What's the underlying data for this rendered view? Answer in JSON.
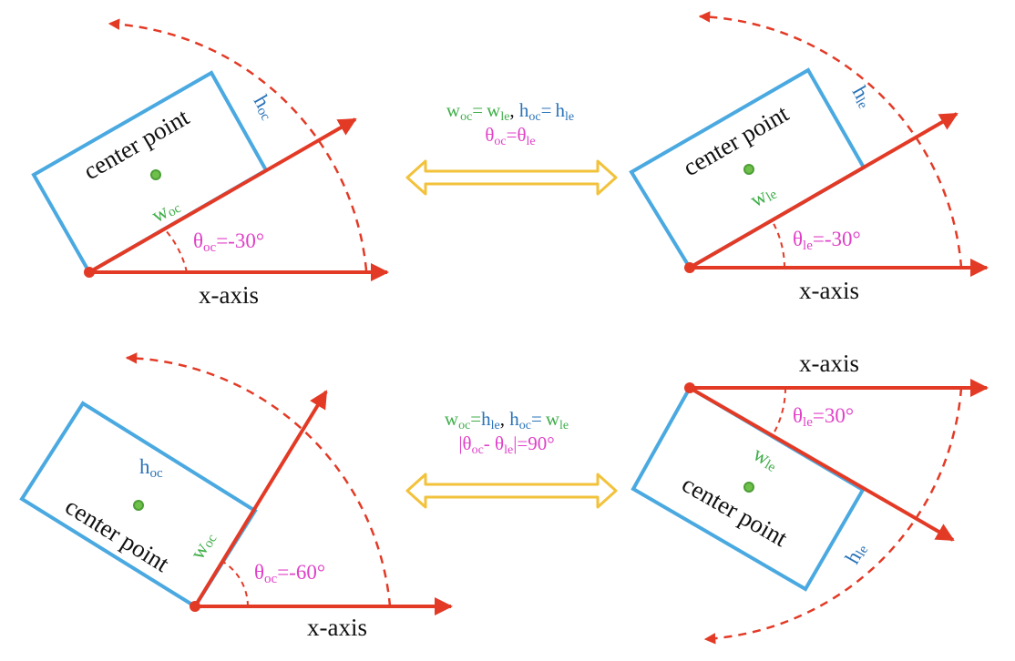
{
  "colors": {
    "rect": "#4aa9e0",
    "axis": "#e33a26",
    "dashed": "#e33a26",
    "arrow": "#f2c23b",
    "point": "#6fbf4b",
    "w_color": "#3fae4a",
    "h_color": "#2a73b8",
    "theta_color": "#e040c8"
  },
  "icons": {
    "origin": "red-dot",
    "center": "green-dot",
    "equivalence": "double-headed-arrow"
  },
  "text": {
    "center_point": "center point",
    "x_axis": "x-axis",
    "w": "w",
    "h": "h",
    "theta": "θ",
    "oc": "oc",
    "le": "le",
    "eq": "=",
    "comma": ", ",
    "deg_neg30": "=-30°",
    "deg_pos30": "=30°",
    "deg_neg60": "=-60°",
    "diff_open": "|θ",
    "diff_mid": "- θ",
    "diff_close": "|=90°"
  }
}
